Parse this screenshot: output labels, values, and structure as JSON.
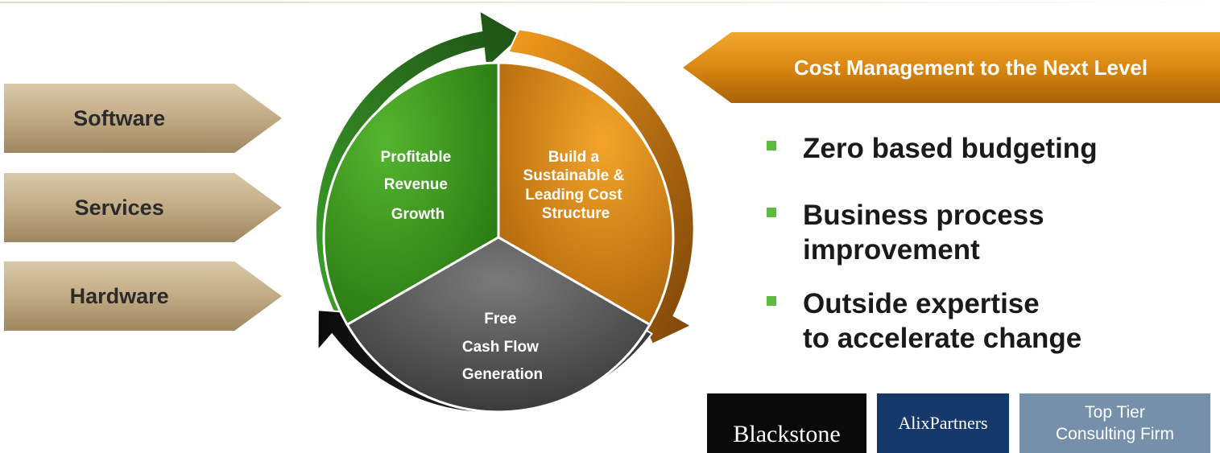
{
  "left_arrows": [
    {
      "label": "Software"
    },
    {
      "label": "Services"
    },
    {
      "label": "Hardware"
    }
  ],
  "cycle": {
    "segments": [
      {
        "label": "Profitable\nRevenue\nGrowth",
        "lines": [
          "Profitable",
          "Revenue",
          "Growth"
        ],
        "color": "#3f9a26"
      },
      {
        "label": "Build a\nSustainable &\nLeading Cost\nStructure",
        "lines": [
          "Build a",
          "Sustainable &",
          "Leading Cost",
          "Structure"
        ],
        "color": "#d98711"
      },
      {
        "label": "Free\nCash Flow\nGeneration",
        "lines": [
          "Free",
          "Cash Flow",
          "Generation"
        ],
        "color": "#5a5a5a"
      }
    ]
  },
  "banner": {
    "label": "Cost Management to the Next Level",
    "color": "#e3920f"
  },
  "bullets": [
    {
      "text": "Zero based budgeting"
    },
    {
      "text": "Business process\nimprovement"
    },
    {
      "text": "Outside expertise\nto accelerate change"
    }
  ],
  "logos": [
    {
      "name": "Blackstone",
      "style": "logo"
    },
    {
      "name": "AlixPartners",
      "style": "logo"
    },
    {
      "name": "Top Tier\nConsulting Firm",
      "style": "text-box"
    }
  ],
  "colors": {
    "bullet": "#5dbb3f",
    "chevron": "#c4ae88",
    "blackstone_bg": "#0a0a0a",
    "alix_bg": "#16396b",
    "toptier_bg": "#7690ab"
  }
}
